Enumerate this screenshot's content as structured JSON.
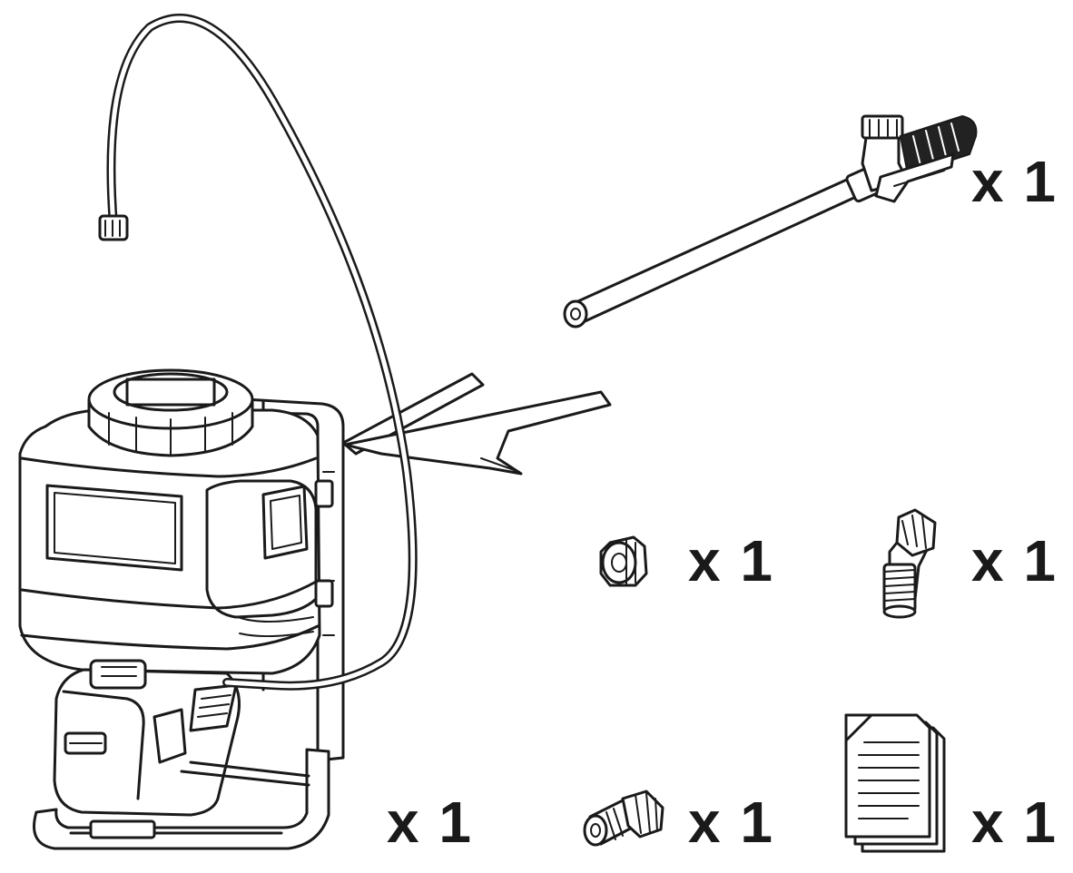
{
  "diagram": {
    "parts": [
      {
        "name": "Backpack sprayer unit with hose",
        "quantity": "x 1"
      },
      {
        "name": "Spray wand",
        "quantity": "x 1"
      },
      {
        "name": "Nozzle cap",
        "quantity": "x 1"
      },
      {
        "name": "Angled nozzle adapter",
        "quantity": "x 1"
      },
      {
        "name": "Adjustable nozzle",
        "quantity": "x 1"
      },
      {
        "name": "Documentation",
        "quantity": "x 1"
      }
    ]
  }
}
